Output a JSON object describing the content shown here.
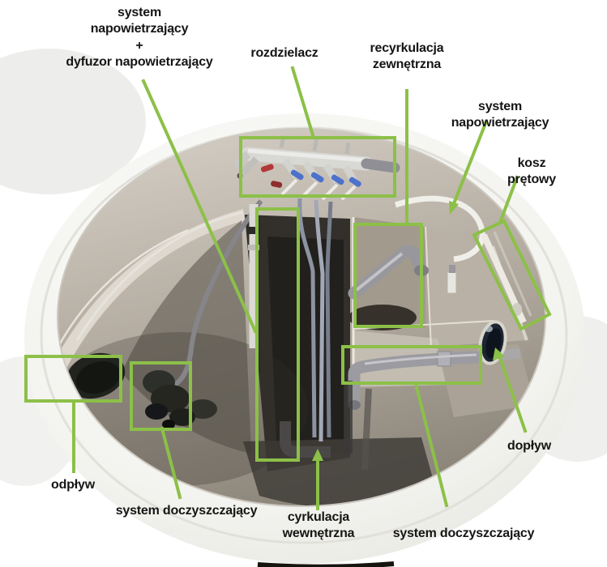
{
  "colors": {
    "annotation": "#8cc048",
    "valve_blue": "#4d72cc",
    "valve_red": "#b23737",
    "valve_dark_red": "#8e2d2d"
  },
  "labels": {
    "aeration_diffuser": "system\nnapowietrzający\n+\ndyfuzor napowietrzający",
    "distributor": "rozdzielacz",
    "external_recirculation": "recyrkulacja\nzewnętrzna",
    "aeration_system": "system napowietrzający",
    "bar_basket": "kosz prętowy",
    "inflow": "dopływ",
    "outflow": "odpływ",
    "polishing_system_left": "system doczyszczający",
    "internal_circulation": "cyrkulacja\nwewnętrzna",
    "polishing_system_right": "system doczyszczający"
  }
}
